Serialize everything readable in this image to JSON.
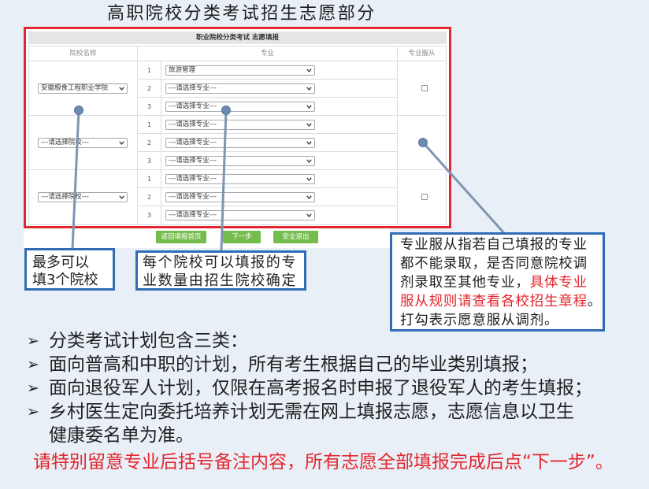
{
  "slide": {
    "title": "高职院校分类考试招生志愿部分",
    "bullet_marker": "➢"
  },
  "form": {
    "header": "职业院校分类考试 志愿填报",
    "columns": {
      "school": "院校名称",
      "major": "专业",
      "obey": "专业服从"
    },
    "groups": [
      {
        "school": "安徽粮食工程职业学院",
        "majors": [
          {
            "no": "1",
            "value": "旅游管理"
          },
          {
            "no": "2",
            "value": "---请选择专业---"
          },
          {
            "no": "3",
            "value": "---请选择专业---"
          }
        ]
      },
      {
        "school": "---请选择院校---",
        "majors": [
          {
            "no": "1",
            "value": "---请选择专业---"
          },
          {
            "no": "2",
            "value": "---请选择专业---"
          },
          {
            "no": "3",
            "value": "---请选择专业---"
          }
        ]
      },
      {
        "school": "---请选择院校---",
        "majors": [
          {
            "no": "1",
            "value": "---请选择专业---"
          },
          {
            "no": "2",
            "value": "---请选择专业---"
          },
          {
            "no": "3",
            "value": "---请选择专业---"
          }
        ]
      }
    ],
    "buttons": {
      "back_home": "返回填报首页",
      "next": "下一步",
      "exit": "安全退出"
    }
  },
  "notes": {
    "max_schools": {
      "line1": "最多可以",
      "line2": "填3个院校"
    },
    "major_count": {
      "line1": "每个院校可以填报的专",
      "line2": "业数量由招生院校确定"
    },
    "obey_rule": {
      "line1": "专业服从指若自己填报的专业",
      "line2": "都不能录取，是否同意院校调",
      "line3": "剂录取至其他专业，",
      "line3_red": "具体专业",
      "line4_red": "服从规则请查看各校招生章程",
      "line4": "。",
      "line5": "打勾表示愿意服从调剂。"
    }
  },
  "bullets": [
    {
      "lines": [
        "分类考试计划包含三类："
      ]
    },
    {
      "lines": [
        "面向普高和中职的计划，所有考生根据自己的毕业类别填报；"
      ]
    },
    {
      "lines": [
        "面向退役军人计划，仅限在高考报名时申报了退役军人的考生填报；"
      ]
    },
    {
      "lines": [
        "乡村医生定向委托培养计划无需在网上填报志愿，志愿信息以卫生",
        "健康委名单为准。"
      ]
    }
  ],
  "reminder": "请特别留意专业后括号备注内容，所有志愿全部填报完成后点“下一步”。",
  "icons": {
    "dropdown_arrow": "chevron-down-icon",
    "bullet": "arrowhead-bullet-icon",
    "checkbox": "checkbox-unchecked"
  },
  "colors": {
    "page_background": "#e9eff7",
    "emphasis_red": "#e3262d",
    "note_border_blue": "#2f6cb5",
    "button_green": "#74bd4d",
    "pointer_gray_blue": "#7f95b0"
  }
}
